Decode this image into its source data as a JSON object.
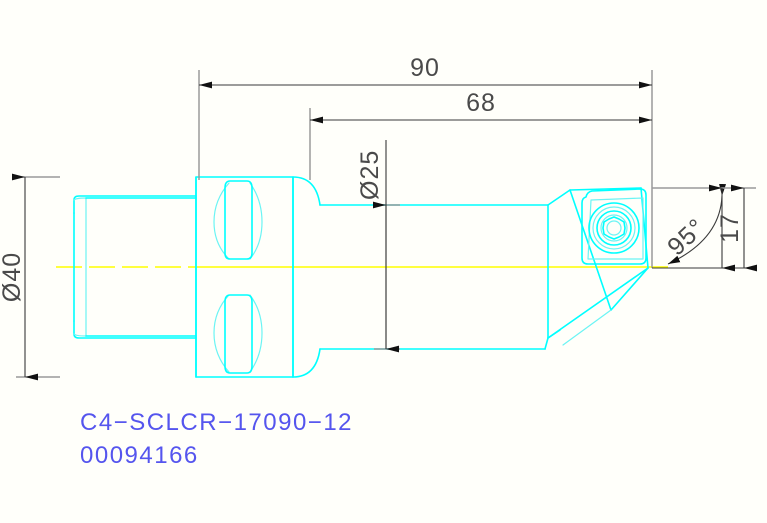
{
  "drawing": {
    "title": "Turning tool holder technical drawing",
    "background_color": "#fffffa",
    "geometry_color": "#00ffff",
    "centerline_color": "#ffff00",
    "dimension_color": "#4a4a4a",
    "extension_line_color": "#9a9a9a",
    "label_color": "#5555ee"
  },
  "dimensions": {
    "overall_length": {
      "value": "90",
      "name": "overall-length"
    },
    "functional_length": {
      "value": "68",
      "name": "functional-length"
    },
    "coupling_diameter": {
      "value": "Ø40",
      "name": "coupling-diameter"
    },
    "shank_diameter": {
      "value": "Ø25",
      "name": "shank-diameter"
    },
    "lead_angle": {
      "value": "95°",
      "name": "lead-angle"
    },
    "head_height": {
      "value": "17",
      "name": "head-height"
    }
  },
  "labels": {
    "designation": "C4−SCLCR−17090−12",
    "article_number": "00094166"
  }
}
